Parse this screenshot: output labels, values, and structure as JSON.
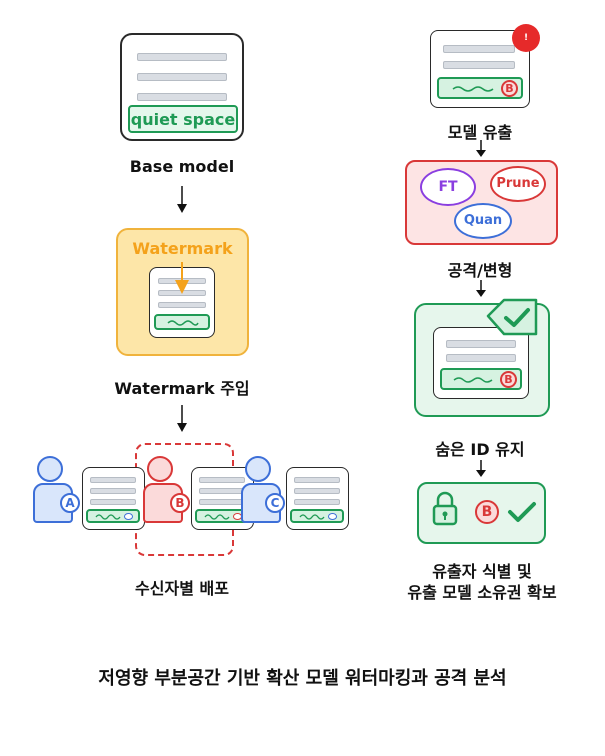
{
  "left": {
    "base_chip_text": "quiet space",
    "base_label": "Base model",
    "watermark_box_title": "Watermark",
    "inject_label": "Watermark 주입",
    "user_a": "A",
    "user_b": "B",
    "user_c": "C",
    "distribute_label": "수신자별 배포"
  },
  "right": {
    "alert_badge": "!",
    "leak_badge": "B",
    "leak_label": "모델 유출",
    "attack_ft": "FT",
    "attack_prune": "Prune",
    "attack_quan": "Quan",
    "attack_label": "공격/변형",
    "keep_badge": "B",
    "keep_label": "숨은 ID 유지",
    "id_badge": "B",
    "identify_line1": "유출자 식별 및",
    "identify_line2": "유출 모델 소유권 확보"
  },
  "caption": "저영향 부분공간 기반 확산 모델 워터마킹과 공격 분석",
  "colors": {
    "green": "#1f9a55",
    "red": "#d93838",
    "blue": "#3d6fd8",
    "orange": "#f4a21b",
    "purple": "#8a3ee0"
  }
}
